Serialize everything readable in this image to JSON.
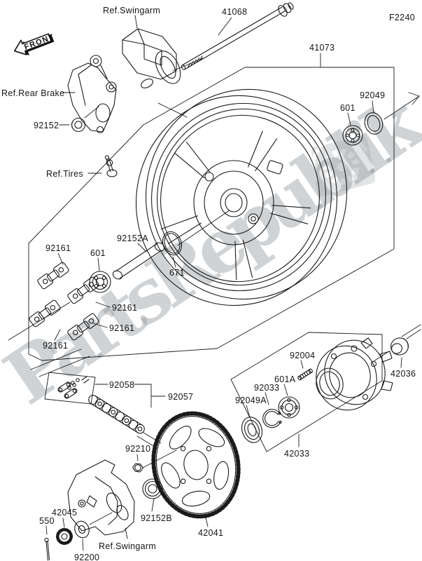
{
  "page": {
    "type": "motorcycle-rear-wheel-chain-parts-diagram",
    "page_code": "F2240",
    "front_marker": "FRONT",
    "watermark": "PartsRepublik",
    "colors": {
      "line": "#1b1b1b",
      "text": "#151515",
      "watermark": "#8f959b"
    }
  },
  "labels": {
    "ref_swingarm": "Ref.Swingarm",
    "ref_rear_brake": "Ref.Rear Brake",
    "ref_tires": "Ref.Tires",
    "axle": "41068",
    "wheel": "41073",
    "grease_seal": "92049",
    "bearing": "601",
    "collar_cap": "92152",
    "sleeve": "92152A",
    "oring": "671",
    "damper": "92161",
    "joint_link": "92058",
    "chain": "92057",
    "nut": "92210",
    "collar_b": "92152B",
    "sprocket": "42041",
    "adjuster": "42045",
    "pin": "550",
    "washer": "92200",
    "stud": "92004",
    "bearing_a": "601A",
    "circlip": "92033",
    "grease_seal_a": "92049A",
    "hub": "42033",
    "cap": "42036"
  }
}
